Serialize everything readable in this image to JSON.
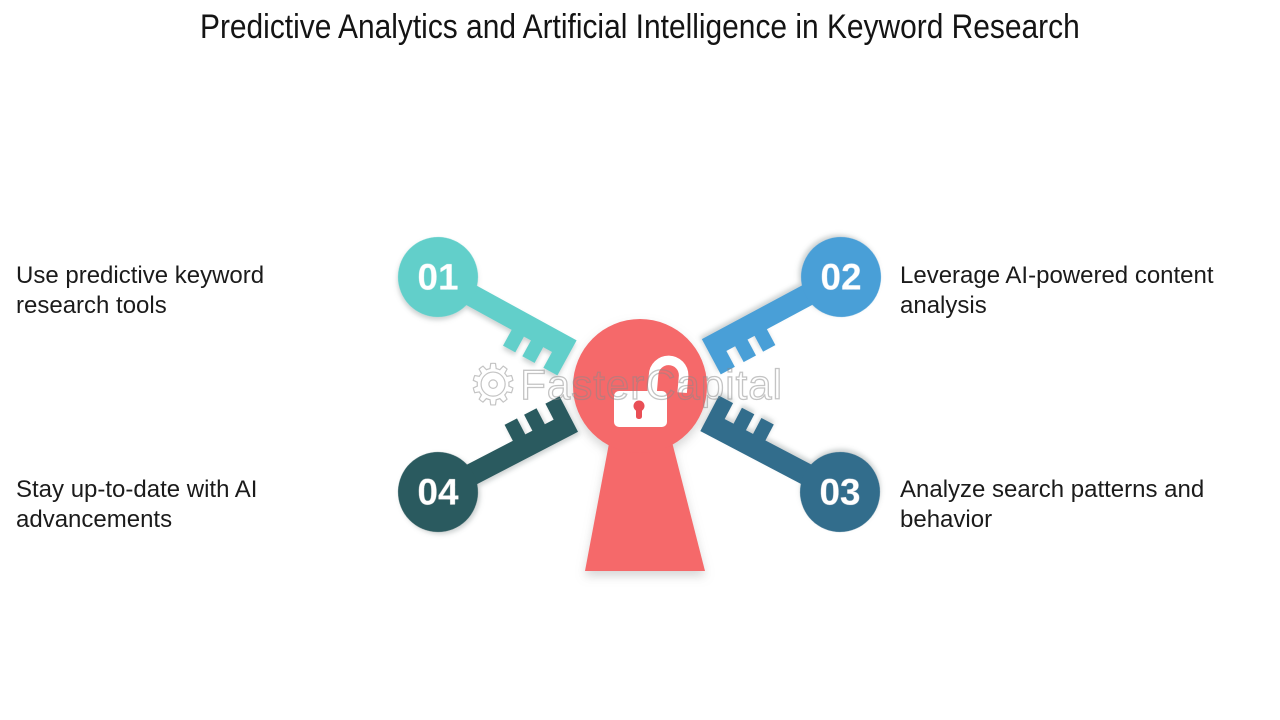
{
  "title": "Predictive Analytics and Artificial Intelligence in Keyword Research",
  "watermark": {
    "text": "FasterCapital",
    "color": "#8a8a8a"
  },
  "colors": {
    "background": "#ffffff",
    "text": "#1b1b1b",
    "keyhole_red": "#f5696b",
    "lock_white": "#ffffff",
    "lock_accent": "#e94f57"
  },
  "items": [
    {
      "number": "01",
      "label": "Use predictive keyword research tools",
      "color": "#62cfca",
      "position": "top-left"
    },
    {
      "number": "02",
      "label": "Leverage AI-powered content analysis",
      "color": "#4a9fd7",
      "position": "top-right"
    },
    {
      "number": "03",
      "label": "Analyze search patterns and behavior",
      "color": "#326d8c",
      "position": "bottom-right"
    },
    {
      "number": "04",
      "label": "Stay up-to-date with AI advancements",
      "color": "#2b5a5e",
      "position": "bottom-left"
    }
  ]
}
